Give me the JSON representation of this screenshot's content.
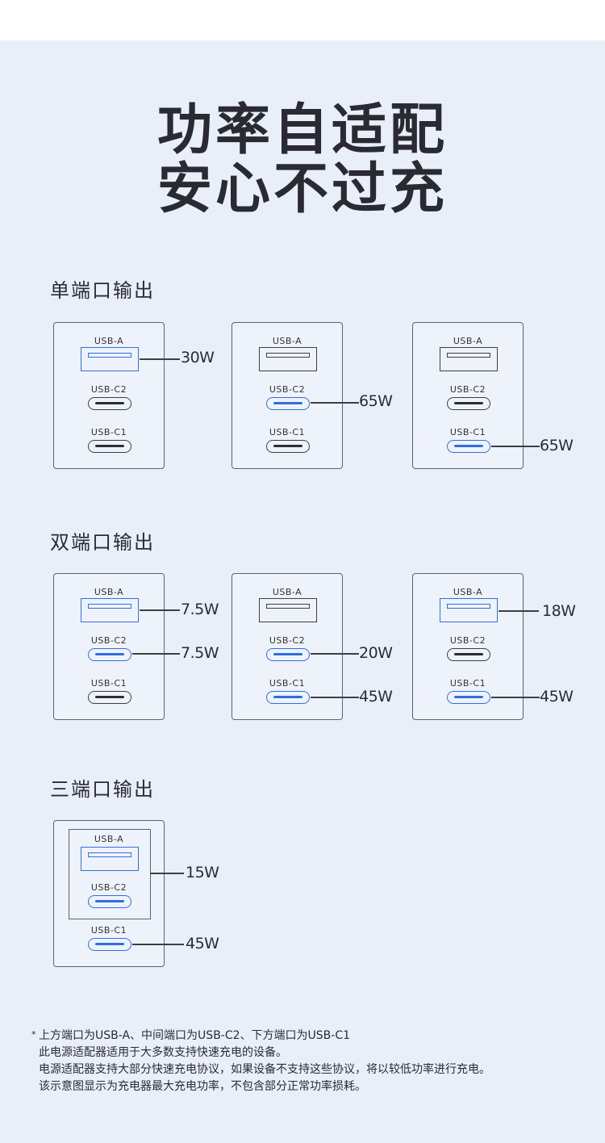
{
  "headline": {
    "line1": "功率自适配",
    "line2": "安心不过充"
  },
  "sections": {
    "single": {
      "title": "单端口输出"
    },
    "dual": {
      "title": "双端口输出"
    },
    "triple": {
      "title": "三端口输出"
    }
  },
  "port_labels": {
    "usba": "USB-A",
    "usbc2": "USB-C2",
    "usbc1": "USB-C1"
  },
  "configs": {
    "single_a": {
      "usba": "30W",
      "active": [
        "USB-A"
      ]
    },
    "single_c2": {
      "usbc2": "65W",
      "active": [
        "USB-C2"
      ]
    },
    "single_c1": {
      "usbc1": "65W",
      "active": [
        "USB-C1"
      ]
    },
    "dual_a_c2": {
      "usba": "7.5W",
      "usbc2": "7.5W",
      "active": [
        "USB-A",
        "USB-C2"
      ]
    },
    "dual_c2_c1": {
      "usbc2": "20W",
      "usbc1": "45W",
      "active": [
        "USB-C2",
        "USB-C1"
      ]
    },
    "dual_a_c1": {
      "usba": "18W",
      "usbc1": "45W",
      "active": [
        "USB-A",
        "USB-C1"
      ]
    },
    "triple": {
      "usba_c2": "15W",
      "usbc1": "45W",
      "active": [
        "USB-A",
        "USB-C2",
        "USB-C1"
      ]
    }
  },
  "colors": {
    "active_port": "#2f6fe0",
    "inactive_port": "#3b3f48",
    "background": "#e9eff9"
  },
  "footnote": {
    "star": "*",
    "line1": "上方端口为USB-A、中间端口为USB-C2、下方端口为USB-C1",
    "line2": "此电源适配器适用于大多数支持快速充电的设备。",
    "line3": "电源适配器支持大部分快速充电协议，如果设备不支持这些协议，将以较低功率进行充电。",
    "line4": "该示意图显示为充电器最大充电功率，不包含部分正常功率损耗。"
  }
}
